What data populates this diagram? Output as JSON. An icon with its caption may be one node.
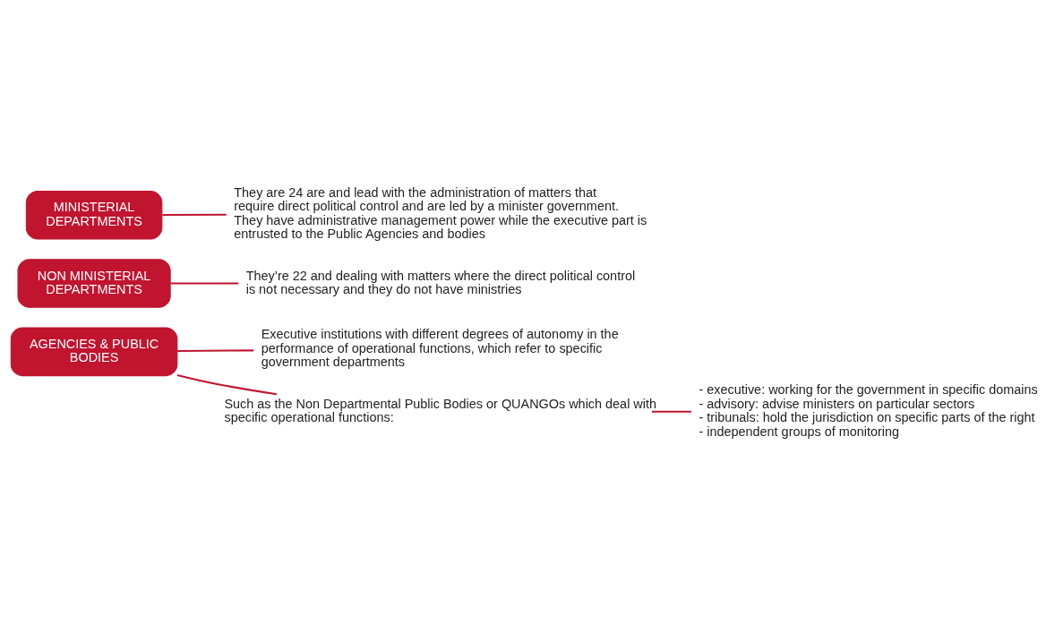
{
  "diagram": {
    "nodes": [
      {
        "text": [
          "MINISTERIAL DEPARTMENTS"
        ]
      },
      {
        "text": [
          "They are 24 are and lead with the administration of matters that require direct political control and are led by a minister government.",
          "They have administrative management power while the executive part is entrusted to the Public Agencies and bodies"
        ]
      },
      {
        "text": [
          "NON MINISTERIAL DEPARTMENTS"
        ]
      },
      {
        "text": [
          "They’re 22 and dealing with matters where the direct political control is not necessary and they do not have ministries"
        ]
      },
      {
        "text": [
          "AGENCIES & PUBLIC BODIES"
        ]
      },
      {
        "text": [
          "Executive institutions with different degrees of autonomy in the performance of operational functions, which refer to specific government departments"
        ]
      },
      {
        "text": [
          "Such as the Non Departmental Public Bodies or QUANGOs which deal with specific operational functions:"
        ]
      },
      {
        "text": [
          "- executive: working for the government in specific domains",
          "- advisory: advise ministers on particular sectors",
          "- tribunals: hold the jurisdiction on specific parts of the right",
          "- independent groups of monitoring"
        ]
      }
    ],
    "edges": [
      {
        "from": 0,
        "to": 1,
        "arrow": "none"
      },
      {
        "from": 2,
        "to": 3,
        "arrow": "none"
      },
      {
        "from": 4,
        "to": 5,
        "arrow": "none"
      },
      {
        "from": 4,
        "to": 6,
        "arrow": "none"
      },
      {
        "from": 6,
        "to": 7,
        "arrow": "none"
      }
    ]
  }
}
